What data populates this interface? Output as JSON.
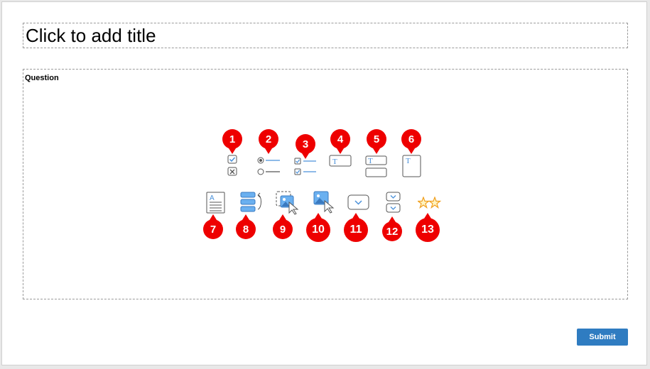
{
  "slide": {
    "title_placeholder": "Click to add title",
    "question_label": "Question"
  },
  "question_types": [
    {
      "number": "1",
      "icon": "true-false-icon"
    },
    {
      "number": "2",
      "icon": "single-choice-radio-icon"
    },
    {
      "number": "3",
      "icon": "multiple-choice-checkbox-icon"
    },
    {
      "number": "4",
      "icon": "short-text-field-icon"
    },
    {
      "number": "5",
      "icon": "multi-field-text-icon"
    },
    {
      "number": "6",
      "icon": "essay-text-area-icon"
    },
    {
      "number": "7",
      "icon": "document-text-icon"
    },
    {
      "number": "8",
      "icon": "sequence-reorder-icon"
    },
    {
      "number": "9",
      "icon": "drag-drop-image-icon"
    },
    {
      "number": "10",
      "icon": "hotspot-image-icon"
    },
    {
      "number": "11",
      "icon": "dropdown-select-icon"
    },
    {
      "number": "12",
      "icon": "multiple-dropdowns-icon"
    },
    {
      "number": "13",
      "icon": "rating-stars-icon"
    }
  ],
  "submit_label": "Submit",
  "colors": {
    "badge": "#ee0000",
    "icon_blue": "#4a90d9",
    "submit": "#2f7cc1",
    "star": "#f0a020"
  }
}
